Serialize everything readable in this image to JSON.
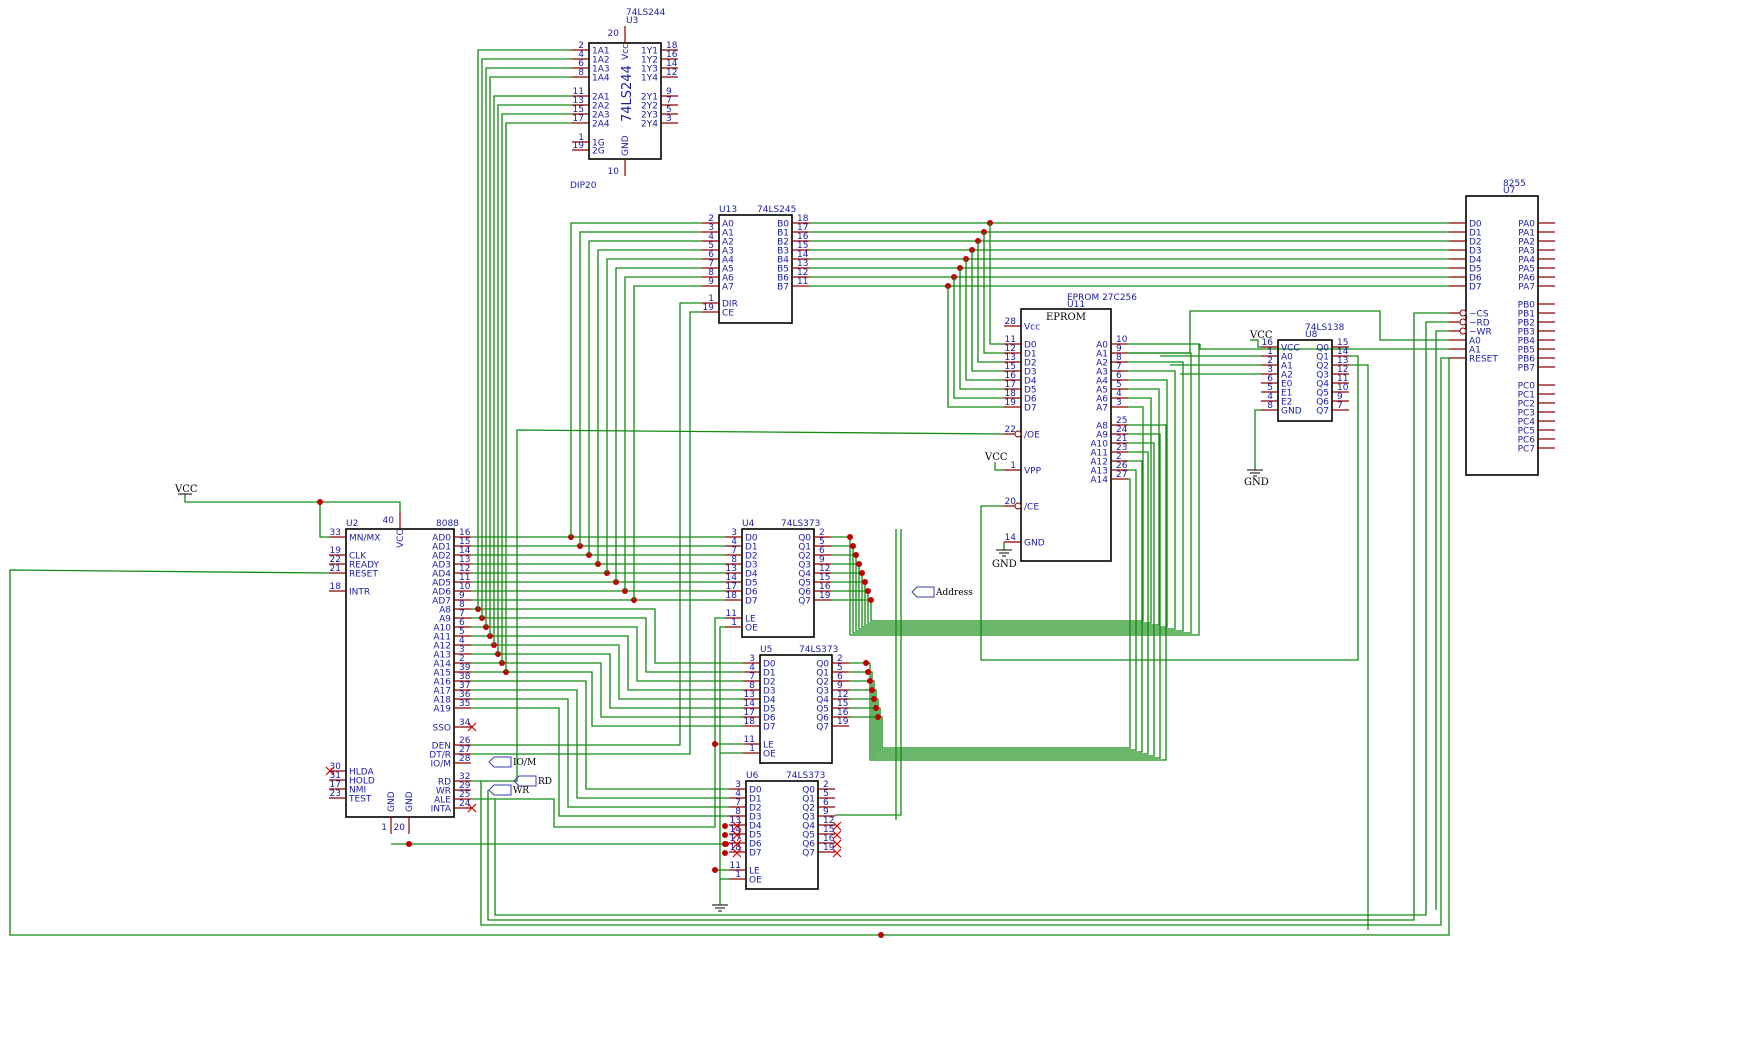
{
  "colors": {
    "wire": "#108a10",
    "pin": "#8a0000",
    "text": "#1a1aa6",
    "outline": "#000000",
    "junction": "#c00000"
  },
  "labels": {
    "vcc": "VCC",
    "gnd": "GND",
    "address": "Address",
    "iom": "IO/M",
    "rd": "RD",
    "wr": "WR",
    "dip20": "DIP20",
    "gnd_pin": "GND",
    "vcc_pin": "Vcc",
    "vcc_pin2": "VCC"
  },
  "chips": [
    {
      "id": "u3",
      "ref": "U3",
      "part": "74LS244",
      "body": "74LS244",
      "left": [
        [
          "2",
          "1A1"
        ],
        [
          "4",
          "1A2"
        ],
        [
          "6",
          "1A3"
        ],
        [
          "8",
          "1A4"
        ],
        [
          "11",
          "2A1"
        ],
        [
          "13",
          "2A2"
        ],
        [
          "15",
          "2A3"
        ],
        [
          "17",
          "2A4"
        ],
        [
          "1",
          "1G"
        ],
        [
          "19",
          "2G"
        ]
      ],
      "right": [
        [
          "18",
          "1Y1"
        ],
        [
          "16",
          "1Y2"
        ],
        [
          "14",
          "1Y3"
        ],
        [
          "12",
          "1Y4"
        ],
        [
          "9",
          "2Y1"
        ],
        [
          "7",
          "2Y2"
        ],
        [
          "5",
          "2Y3"
        ],
        [
          "3",
          "2Y4"
        ]
      ],
      "top": [
        "20",
        "Vcc"
      ],
      "bottom": [
        "10",
        "GND"
      ]
    },
    {
      "id": "u13",
      "ref": "U13",
      "part": "74LS245",
      "left": [
        [
          "2",
          "A0"
        ],
        [
          "3",
          "A1"
        ],
        [
          "4",
          "A2"
        ],
        [
          "5",
          "A3"
        ],
        [
          "6",
          "A4"
        ],
        [
          "7",
          "A5"
        ],
        [
          "8",
          "A6"
        ],
        [
          "9",
          "A7"
        ],
        [
          "1",
          "DIR"
        ],
        [
          "19",
          "CE"
        ]
      ],
      "right": [
        [
          "18",
          "B0"
        ],
        [
          "17",
          "B1"
        ],
        [
          "16",
          "B2"
        ],
        [
          "15",
          "B3"
        ],
        [
          "14",
          "B4"
        ],
        [
          "13",
          "B5"
        ],
        [
          "12",
          "B6"
        ],
        [
          "11",
          "B7"
        ]
      ]
    },
    {
      "id": "u11",
      "ref": "U11",
      "part": "EPROM 27C256",
      "body": "EPROM",
      "left": [
        [
          "28",
          "Vcc"
        ],
        [
          "11",
          "D0"
        ],
        [
          "12",
          "D1"
        ],
        [
          "13",
          "D2"
        ],
        [
          "15",
          "D3"
        ],
        [
          "16",
          "D4"
        ],
        [
          "17",
          "D5"
        ],
        [
          "18",
          "D6"
        ],
        [
          "19",
          "D7"
        ],
        [
          "22",
          "/OE"
        ],
        [
          "1",
          "VPP"
        ],
        [
          "20",
          "/CE"
        ],
        [
          "14",
          "GND"
        ]
      ],
      "right": [
        [
          "10",
          "A0"
        ],
        [
          "9",
          "A1"
        ],
        [
          "8",
          "A2"
        ],
        [
          "7",
          "A3"
        ],
        [
          "6",
          "A4"
        ],
        [
          "5",
          "A5"
        ],
        [
          "4",
          "A6"
        ],
        [
          "3",
          "A7"
        ],
        [
          "25",
          "A8"
        ],
        [
          "24",
          "A9"
        ],
        [
          "21",
          "A10"
        ],
        [
          "23",
          "A11"
        ],
        [
          "2",
          "A12"
        ],
        [
          "26",
          "A13"
        ],
        [
          "27",
          "A14"
        ]
      ]
    },
    {
      "id": "u8",
      "ref": "U8",
      "part": "74LS138",
      "left": [
        [
          "16",
          "VCC"
        ],
        [
          "1",
          "A0"
        ],
        [
          "2",
          "A1"
        ],
        [
          "3",
          "A2"
        ],
        [
          "6",
          "E0"
        ],
        [
          "5",
          "E1"
        ],
        [
          "4",
          "E2"
        ],
        [
          "8",
          "GND"
        ]
      ],
      "right": [
        [
          "15",
          "Q0"
        ],
        [
          "14",
          "Q1"
        ],
        [
          "13",
          "Q2"
        ],
        [
          "12",
          "Q3"
        ],
        [
          "11",
          "Q4"
        ],
        [
          "10",
          "Q5"
        ],
        [
          "9",
          "Q6"
        ],
        [
          "7",
          "Q7"
        ]
      ]
    },
    {
      "id": "u7",
      "ref": "U7",
      "part": "8255",
      "left": [
        "D0",
        "D1",
        "D2",
        "D3",
        "D4",
        "D5",
        "D6",
        "D7",
        "~CS",
        "~RD",
        "~WR",
        "A0",
        "A1",
        "RESET"
      ],
      "right": [
        "PA0",
        "PA1",
        "PA2",
        "PA3",
        "PA4",
        "PA5",
        "PA6",
        "PA7",
        "PB0",
        "PB1",
        "PB2",
        "PB3",
        "PB4",
        "PB5",
        "PB6",
        "PB7",
        "PC0",
        "PC1",
        "PC2",
        "PC3",
        "PC4",
        "PC5",
        "PC6",
        "PC7"
      ]
    },
    {
      "id": "u2",
      "ref": "U2",
      "part": "8088",
      "left": [
        [
          "33",
          "MN/MX"
        ],
        [
          "19",
          "CLK"
        ],
        [
          "22",
          "READY"
        ],
        [
          "21",
          "RESET"
        ],
        [
          "18",
          "INTR"
        ],
        [
          "30",
          "HLDA"
        ],
        [
          "31",
          "HOLD"
        ],
        [
          "17",
          "NMI"
        ],
        [
          "23",
          "TEST"
        ]
      ],
      "right": [
        [
          "16",
          "AD0"
        ],
        [
          "15",
          "AD1"
        ],
        [
          "14",
          "AD2"
        ],
        [
          "13",
          "AD3"
        ],
        [
          "12",
          "AD4"
        ],
        [
          "11",
          "AD5"
        ],
        [
          "10",
          "AD6"
        ],
        [
          "9",
          "AD7"
        ],
        [
          "8",
          "A8"
        ],
        [
          "7",
          "A9"
        ],
        [
          "6",
          "A10"
        ],
        [
          "5",
          "A11"
        ],
        [
          "4",
          "A12"
        ],
        [
          "3",
          "A13"
        ],
        [
          "2",
          "A14"
        ],
        [
          "39",
          "A15"
        ],
        [
          "38",
          "A16"
        ],
        [
          "37",
          "A17"
        ],
        [
          "36",
          "A18"
        ],
        [
          "35",
          "A19"
        ],
        [
          "34",
          "SSO"
        ],
        [
          "26",
          "DEN"
        ],
        [
          "27",
          "DT/R"
        ],
        [
          "28",
          "IO/M"
        ],
        [
          "32",
          "RD"
        ],
        [
          "29",
          "WR"
        ],
        [
          "25",
          "ALE"
        ],
        [
          "24",
          "INTA"
        ]
      ],
      "top": [
        "40",
        "VCC"
      ],
      "bottom": [
        [
          "1",
          "GND"
        ],
        [
          "20",
          "GND"
        ]
      ]
    },
    {
      "id": "u4",
      "ref": "U4",
      "part": "74LS373",
      "left": [
        [
          "3",
          "D0"
        ],
        [
          "4",
          "D1"
        ],
        [
          "7",
          "D2"
        ],
        [
          "8",
          "D3"
        ],
        [
          "13",
          "D4"
        ],
        [
          "14",
          "D5"
        ],
        [
          "17",
          "D6"
        ],
        [
          "18",
          "D7"
        ],
        [
          "11",
          "LE"
        ],
        [
          "1",
          "OE"
        ]
      ],
      "right": [
        [
          "2",
          "Q0"
        ],
        [
          "5",
          "Q1"
        ],
        [
          "6",
          "Q2"
        ],
        [
          "9",
          "Q3"
        ],
        [
          "12",
          "Q4"
        ],
        [
          "15",
          "Q5"
        ],
        [
          "16",
          "Q6"
        ],
        [
          "19",
          "Q7"
        ]
      ]
    },
    {
      "id": "u5",
      "ref": "U5",
      "part": "74LS373",
      "left": [
        [
          "3",
          "D0"
        ],
        [
          "4",
          "D1"
        ],
        [
          "7",
          "D2"
        ],
        [
          "8",
          "D3"
        ],
        [
          "13",
          "D4"
        ],
        [
          "14",
          "D5"
        ],
        [
          "17",
          "D6"
        ],
        [
          "18",
          "D7"
        ],
        [
          "11",
          "LE"
        ],
        [
          "1",
          "OE"
        ]
      ],
      "right": [
        [
          "2",
          "Q0"
        ],
        [
          "5",
          "Q1"
        ],
        [
          "6",
          "Q2"
        ],
        [
          "9",
          "Q3"
        ],
        [
          "12",
          "Q4"
        ],
        [
          "15",
          "Q5"
        ],
        [
          "16",
          "Q6"
        ],
        [
          "19",
          "Q7"
        ]
      ]
    },
    {
      "id": "u6",
      "ref": "U6",
      "part": "74LS373",
      "left": [
        [
          "3",
          "D0"
        ],
        [
          "4",
          "D1"
        ],
        [
          "7",
          "D2"
        ],
        [
          "8",
          "D3"
        ],
        [
          "13",
          "D4"
        ],
        [
          "14",
          "D5"
        ],
        [
          "17",
          "D6"
        ],
        [
          "18",
          "D7"
        ],
        [
          "11",
          "LE"
        ],
        [
          "1",
          "OE"
        ]
      ],
      "right": [
        [
          "2",
          "Q0"
        ],
        [
          "5",
          "Q1"
        ],
        [
          "6",
          "Q2"
        ],
        [
          "9",
          "Q3"
        ],
        [
          "12",
          "Q4"
        ],
        [
          "15",
          "Q5"
        ],
        [
          "16",
          "Q6"
        ],
        [
          "19",
          "Q7"
        ]
      ]
    }
  ]
}
